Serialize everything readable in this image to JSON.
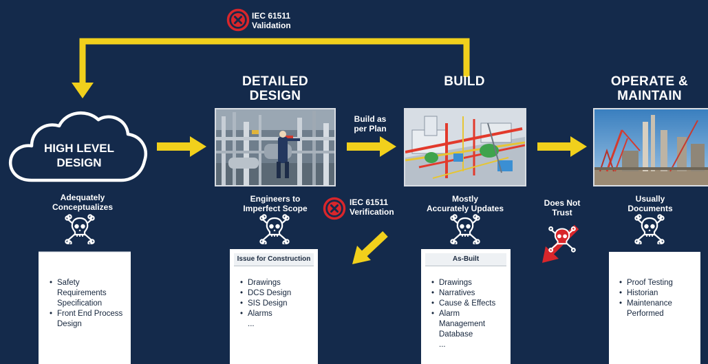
{
  "validation": {
    "label_line1": "IEC 61511",
    "label_line2": "Validation"
  },
  "verification": {
    "label_line1": "IEC 61511",
    "label_line2": "Verification"
  },
  "stages": {
    "high_level": {
      "title_line1": "HIGH LEVEL",
      "title_line2": "DESIGN",
      "caption_line1": "Adequately",
      "caption_line2": "Conceptualizes",
      "doc_items": [
        "Safety Requirements Specification",
        "Front End Process Design"
      ]
    },
    "detailed": {
      "title_line1": "DETAILED",
      "title_line2": "DESIGN",
      "caption_line1": "Engineers to",
      "caption_line2": "Imperfect Scope",
      "doc_title": "Issue for Construction",
      "doc_items": [
        "Drawings",
        "DCS Design",
        "SIS Design",
        "Alarms"
      ],
      "doc_more": "..."
    },
    "build": {
      "title": "BUILD",
      "arrow_label_line1": "Build as",
      "arrow_label_line2": "per Plan",
      "caption_line1": "Mostly",
      "caption_line2": "Accurately Updates",
      "doc_title": "As-Built",
      "doc_items": [
        "Drawings",
        "Narratives",
        "Cause & Effects",
        "Alarm Management Database"
      ],
      "doc_more": "..."
    },
    "operate": {
      "title_line1": "OPERATE &",
      "title_line2": "MAINTAIN",
      "trust_line1": "Does Not",
      "trust_line2": "Trust",
      "caption_line1": "Usually",
      "caption_line2": "Documents",
      "doc_items": [
        "Proof Testing",
        "Historian",
        "Maintenance Performed"
      ]
    }
  },
  "colors": {
    "background": "#142a4b",
    "arrow_yellow": "#f1d01c",
    "error_red": "#d8262b",
    "document_white": "#ffffff",
    "trust_arrow_red": "#d8262b"
  },
  "icons": {
    "x_circle": "x-circle-icon",
    "skull": "skull-crossbones-icon",
    "cloud": "cloud-icon"
  }
}
